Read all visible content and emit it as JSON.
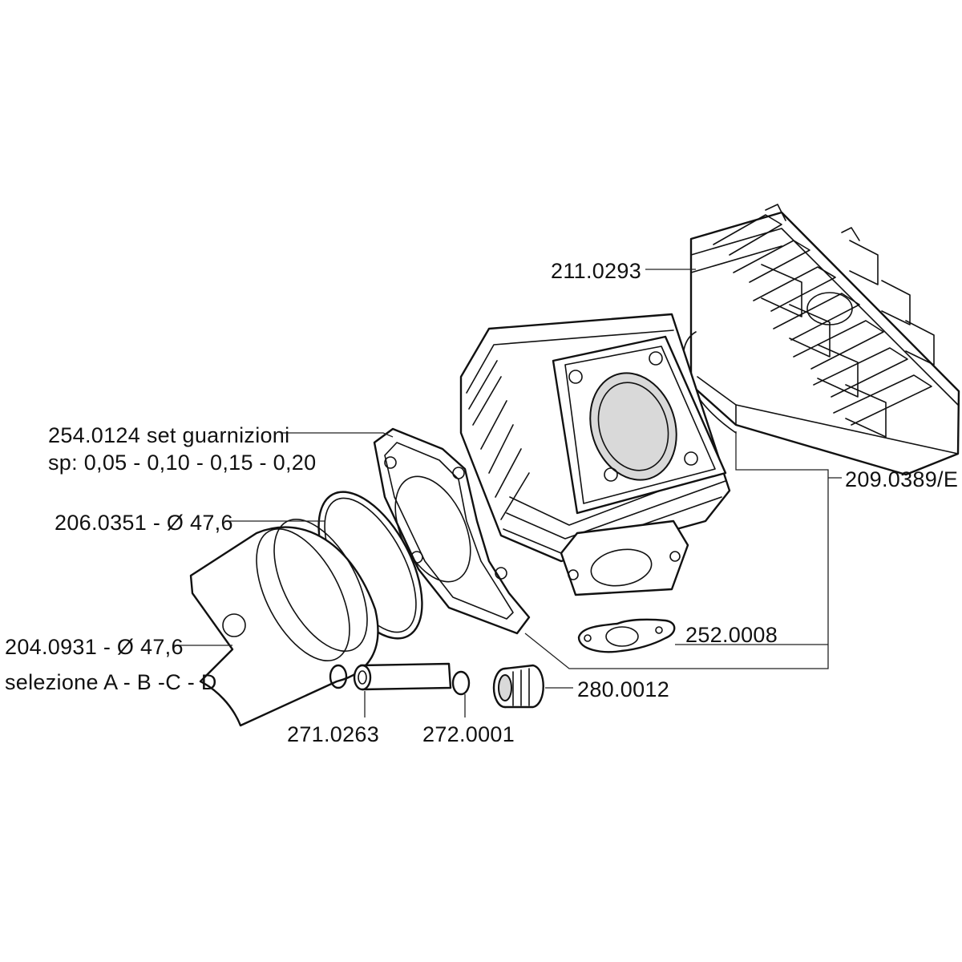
{
  "parts": [
    {
      "id": "cylinder_head",
      "code": "211.0293"
    },
    {
      "id": "gasket_set",
      "code": "254.0124 set guarnizioni",
      "sub": "sp: 0,05 - 0,10 - 0,15 - 0,20"
    },
    {
      "id": "piston_ring",
      "code": "206.0351 - Ø 47,6"
    },
    {
      "id": "piston",
      "code": "204.0931 - Ø 47,6",
      "sub": "selezione A - B -C - D"
    },
    {
      "id": "piston_pin",
      "code": "271.0263"
    },
    {
      "id": "circlip",
      "code": "272.0001"
    },
    {
      "id": "needle_cage",
      "code": "280.0012"
    },
    {
      "id": "exhaust_gasket",
      "code": "252.0008"
    },
    {
      "id": "cylinder_kit",
      "code": "209.0389/E"
    }
  ]
}
